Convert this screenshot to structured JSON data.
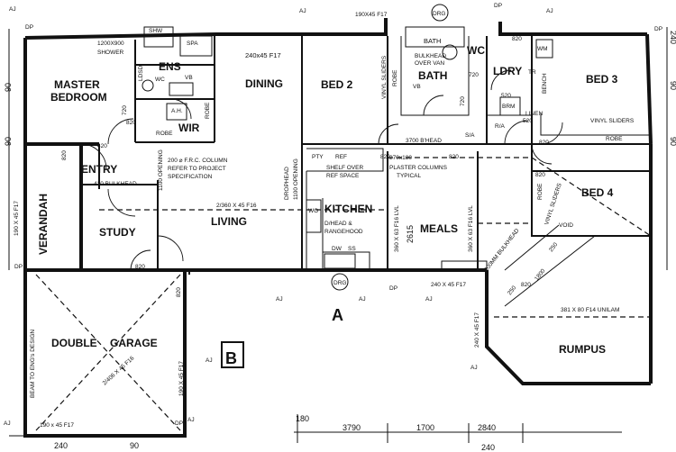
{
  "rooms": {
    "master_bedroom": "MASTER",
    "master_bedroom_2": "BEDROOM",
    "ens": "ENS",
    "wir": "WIR",
    "dining": "DINING",
    "bed2": "BED 2",
    "bath": "BATH",
    "bath_top": "BATH",
    "wc": "WC",
    "ldry": "LDRY",
    "bed3": "BED 3",
    "bed4": "BED 4",
    "entry": "ENTRY",
    "verandah": "VERANDAH",
    "study": "STUDY",
    "living": "LIVING",
    "kitchen": "KITCHEN",
    "meals": "MEALS",
    "double": "DOUBLE",
    "garage": "GARAGE",
    "rumpus": "RUMPUS"
  },
  "markers": {
    "a": "A",
    "b": "B",
    "drg": "DRG",
    "aj": "AJ",
    "dp": "DP",
    "sa": "S/A",
    "void": "VOID"
  },
  "notes": {
    "shower_size": "1200X900",
    "shower": "SHOWER",
    "shw": "SHW",
    "spa": "SPA",
    "beam_240": "240x45 F17",
    "beam_top": "190X45 F17",
    "bulkhead_over_van": "BULKHEAD",
    "over_van": "OVER VAN",
    "vinyl_sliders": "VINYL SLIDERS",
    "vinyl_sliders_2": "VINYL SLIDERS",
    "robe": "ROBE",
    "linen": "LINEN",
    "brm": "BRM",
    "wm": "WM",
    "tr": "TR",
    "bench": "BENCH",
    "ra": "R/A",
    "va": "VB",
    "wc_small": "WC",
    "ah": "A.H.",
    "ldsd": "LDSD",
    "column": "200 ⌀ F.R.C. COLUMN",
    "column2": "REFER TO PROJECT",
    "column3": "SPECIFICATION",
    "opening1": "1100 OPENING",
    "dropdead": "DROPHEAD",
    "opening2": "1100 OPENING",
    "pty": "PTY",
    "ref": "REF",
    "shelf": "SHELF OVER",
    "shelf2": "REF SPACE",
    "plaster": "PLASTER COLUMNS",
    "typical": "TYPICAL",
    "size_270": "270x180",
    "bulkhead_420": "420 BULKHEAD",
    "bulkhead_3700": "3700 B'HEAD",
    "beam_living": "2/360 X 45 F16",
    "wo": "WO",
    "dhead": "D/HEAD &",
    "rangehood": "RANGEHOOD",
    "dw": "DW",
    "ss": "SS",
    "lvl1": "360 X 63 F16 LVL",
    "lvl2": "360 X 63 F16 LVL",
    "dim_2615": "2615",
    "bulkhead_diag": "200MM BULKHEAD",
    "vinyl_diag": "VINYL SLIDERS",
    "beam_240_45": "240 X 45 F17",
    "beam_rumpus": "240 X 45 F17",
    "unilam": "381 X 80 F14 UNILAM",
    "beam_garage": "2/406 X 45 F16",
    "beam_eng": "BEAM TO ENG's DESIGN",
    "beam_190": "190 X 45 F17",
    "beam_190b": "190 x 45 F17",
    "beam_190c": "190 X 45 F17",
    "left_beam": "190 X 45 F17"
  },
  "dimensions": {
    "d720a": "720",
    "d720b": "720",
    "d720c": "720",
    "d820a": "820",
    "d820b": "820",
    "d820c": "820",
    "d820d": "820",
    "d820e": "820",
    "d820f": "820",
    "d820g": "820",
    "d820h": "820",
    "d820i": "820",
    "d820j": "820",
    "d820k": "820",
    "d520a": "520",
    "d520b": "520",
    "d420": "420",
    "d250a": "250",
    "d250b": "250",
    "d1800": "1800",
    "left90a": "90",
    "left90b": "90",
    "right240": "240",
    "right90a": "90",
    "right90b": "90",
    "bottom180": "180",
    "bottom3790": "3790",
    "bottom1700": "1700",
    "bottom2840": "2840",
    "bottom240": "240",
    "b240": "240",
    "b90": "90"
  }
}
